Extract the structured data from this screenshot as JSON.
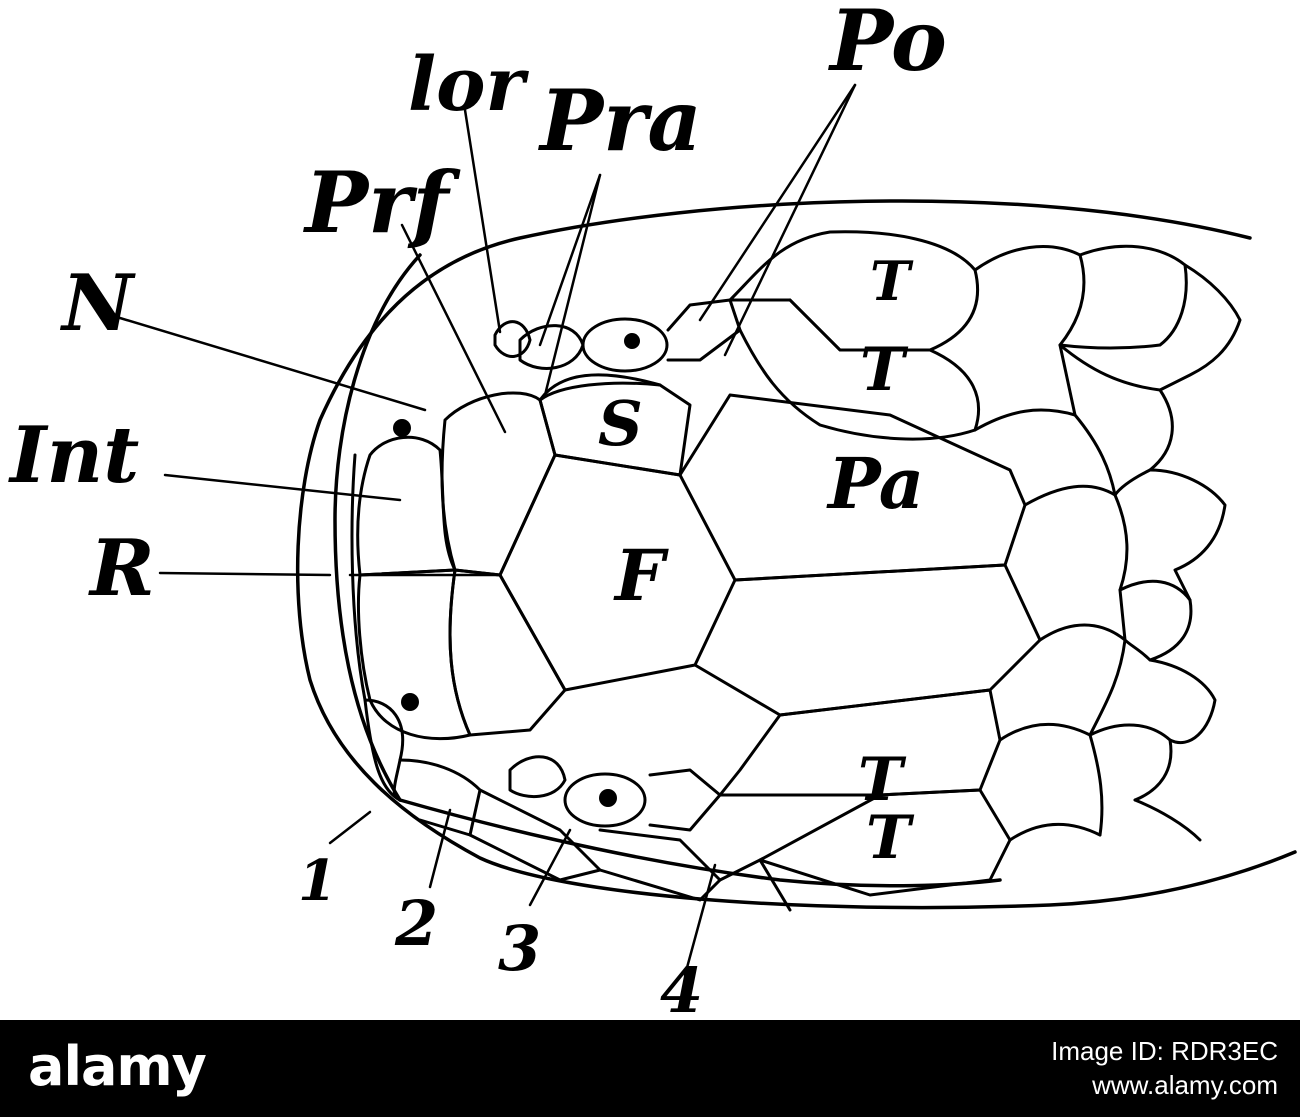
{
  "labels": {
    "lor": "lor",
    "pra": "Pra",
    "po": "Po",
    "prf": "Prf",
    "n": "N",
    "int": "Int",
    "r": "R",
    "s": "S",
    "pa": "Pa",
    "f": "F",
    "t": "T",
    "n1": "1",
    "n2": "2",
    "n3": "3",
    "n4": "4"
  },
  "watermark": {
    "logo": "alamy",
    "image_id_label": "Image ID:",
    "image_id": "RDR3EC",
    "site": "www.alamy.com"
  },
  "colors": {
    "ink": "#000000",
    "paper": "#ffffff",
    "watermark_bg": "#000000"
  }
}
